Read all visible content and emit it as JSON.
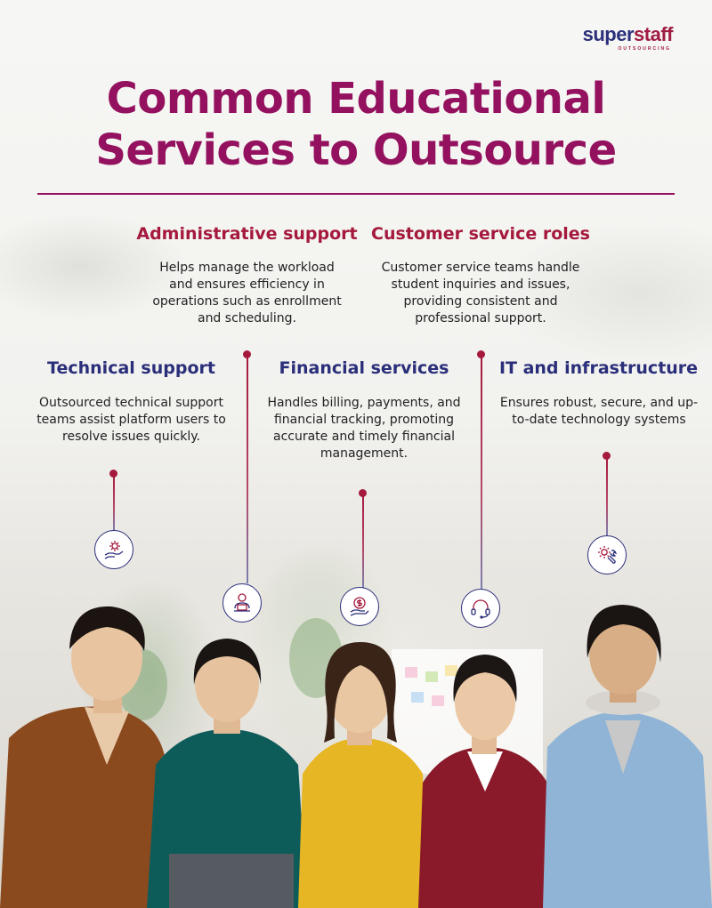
{
  "brand": {
    "logo_part1": "super",
    "logo_part2": "staff",
    "tagline": "OUTSOURCING"
  },
  "title_line1": "Common Educational",
  "title_line2": "Services to Outsource",
  "services": [
    {
      "title": "Administrative support",
      "description": "Helps manage the workload and ensures efficiency in operations such as enrollment and scheduling.",
      "icon": "user-laptop-icon"
    },
    {
      "title": "Customer service roles",
      "description": "Customer service teams handle student inquiries and issues, providing consistent and professional support.",
      "icon": "headset-icon"
    },
    {
      "title": "Technical support",
      "description": "Outsourced technical support teams assist platform users to resolve issues quickly.",
      "icon": "gear-hand-icon"
    },
    {
      "title": "Financial services",
      "description": "Handles billing, payments, and financial tracking, promoting accurate and timely financial management.",
      "icon": "dollar-hand-icon"
    },
    {
      "title": "IT and infrastructure",
      "description": "Ensures robust, secure, and up-to-date technology systems",
      "icon": "gear-wrench-icon"
    }
  ],
  "colors": {
    "title": "#93115e",
    "accent_red": "#a5193c",
    "navy": "#2b2f7a"
  }
}
